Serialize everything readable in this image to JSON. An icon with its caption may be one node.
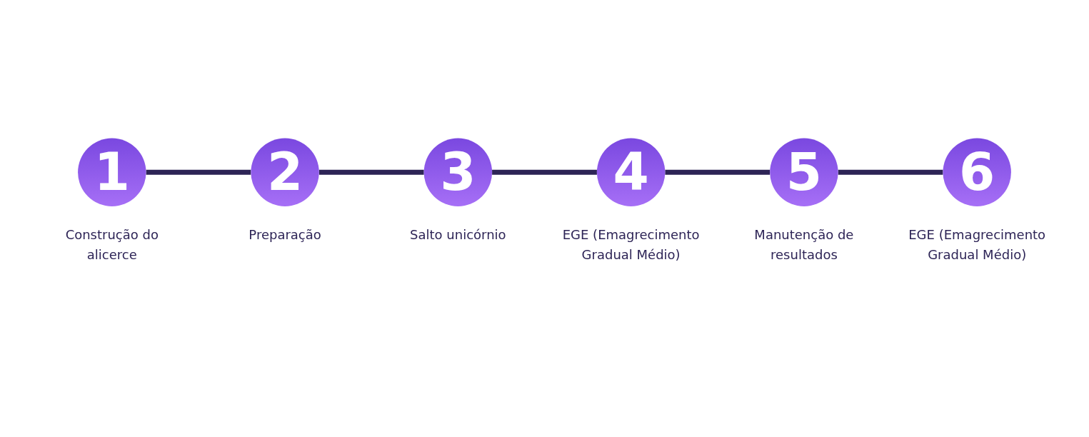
{
  "diagram": {
    "nodes": [
      {
        "text": [
          "1"
        ],
        "beside": [
          "Construção do alicerce"
        ]
      },
      {
        "text": [
          "2"
        ],
        "beside": [
          "Preparação"
        ]
      },
      {
        "text": [
          "3"
        ],
        "beside": [
          "Salto unicórnio"
        ]
      },
      {
        "text": [
          "4"
        ],
        "beside": [
          "EGE (Emagrecimento Gradual Médio)"
        ]
      },
      {
        "text": [
          "5"
        ],
        "beside": [
          "Manutenção de resultados"
        ]
      },
      {
        "text": [
          "6"
        ],
        "beside": [
          "EGE (Emagrecimento Gradual Médio)"
        ]
      }
    ],
    "edges": [
      {
        "from": 0,
        "to": 1,
        "arrow": "none"
      },
      {
        "from": 1,
        "to": 2,
        "arrow": "none"
      },
      {
        "from": 2,
        "to": 3,
        "arrow": "none"
      },
      {
        "from": 3,
        "to": 4,
        "arrow": "none"
      },
      {
        "from": 4,
        "to": 5,
        "arrow": "none"
      }
    ]
  }
}
